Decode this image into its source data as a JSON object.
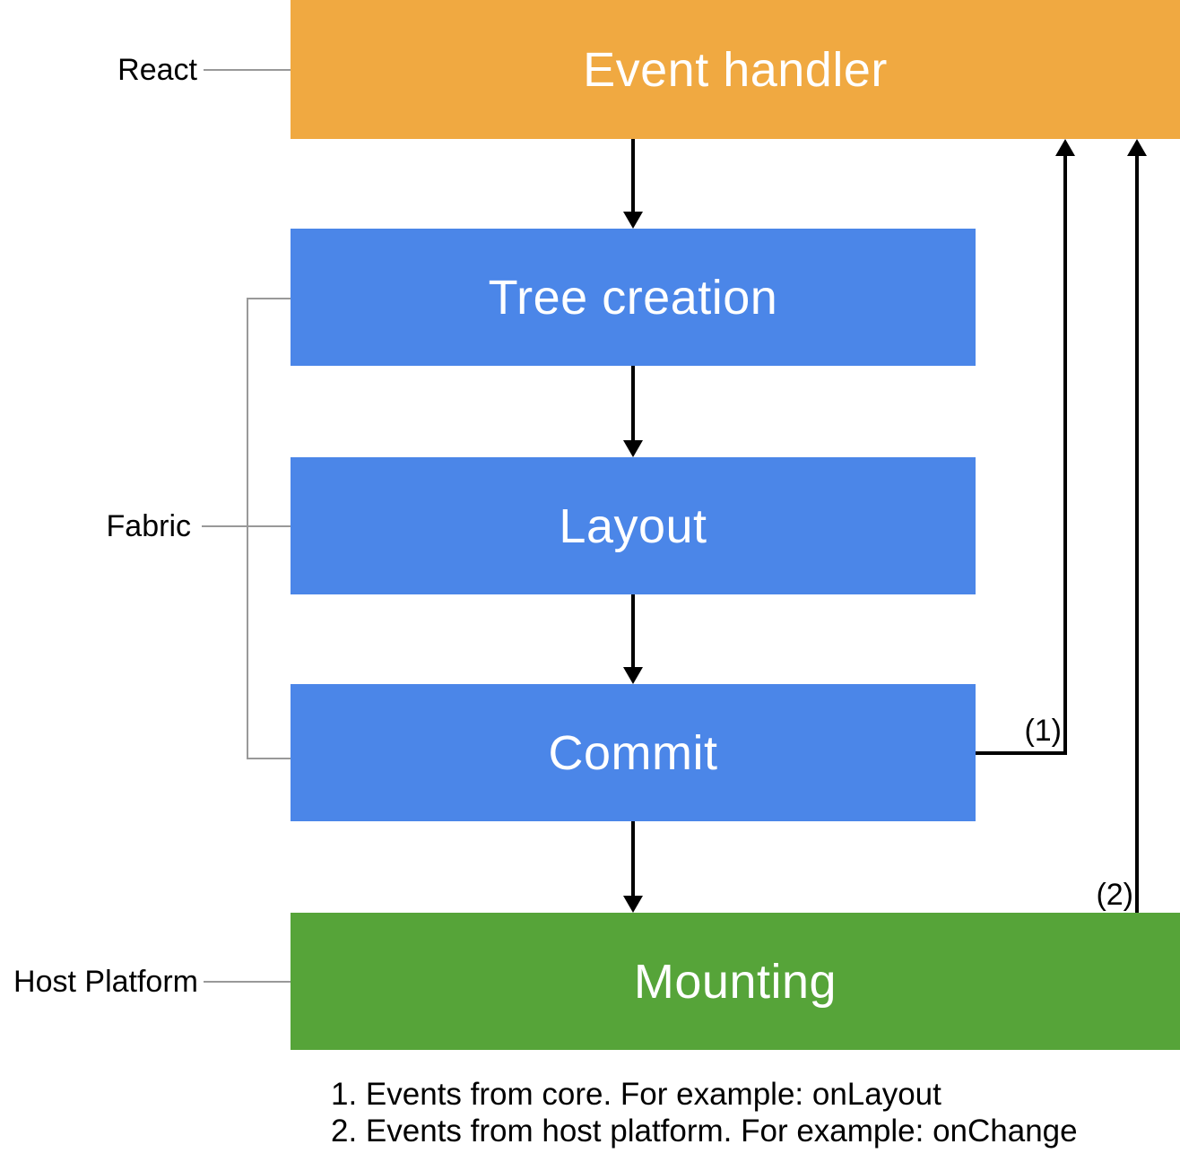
{
  "colors": {
    "event_handler_box": "#F0A941",
    "fabric_stage_box": "#4B86E8",
    "mounting_box": "#56A439",
    "box_text": "#FFFFFF",
    "connector_gray": "#999999",
    "arrow_black": "#000000"
  },
  "groups": {
    "react": "React",
    "fabric": "Fabric",
    "host_platform": "Host Platform"
  },
  "nodes": {
    "event_handler": "Event handler",
    "tree_creation": "Tree creation",
    "layout": "Layout",
    "commit": "Commit",
    "mounting": "Mounting"
  },
  "annotations": {
    "events_from_core": "(1)",
    "events_from_host": "(2)"
  },
  "footnotes": [
    "1. Events from core. For example: onLayout",
    "2. Events from host platform. For example: onChange"
  ]
}
